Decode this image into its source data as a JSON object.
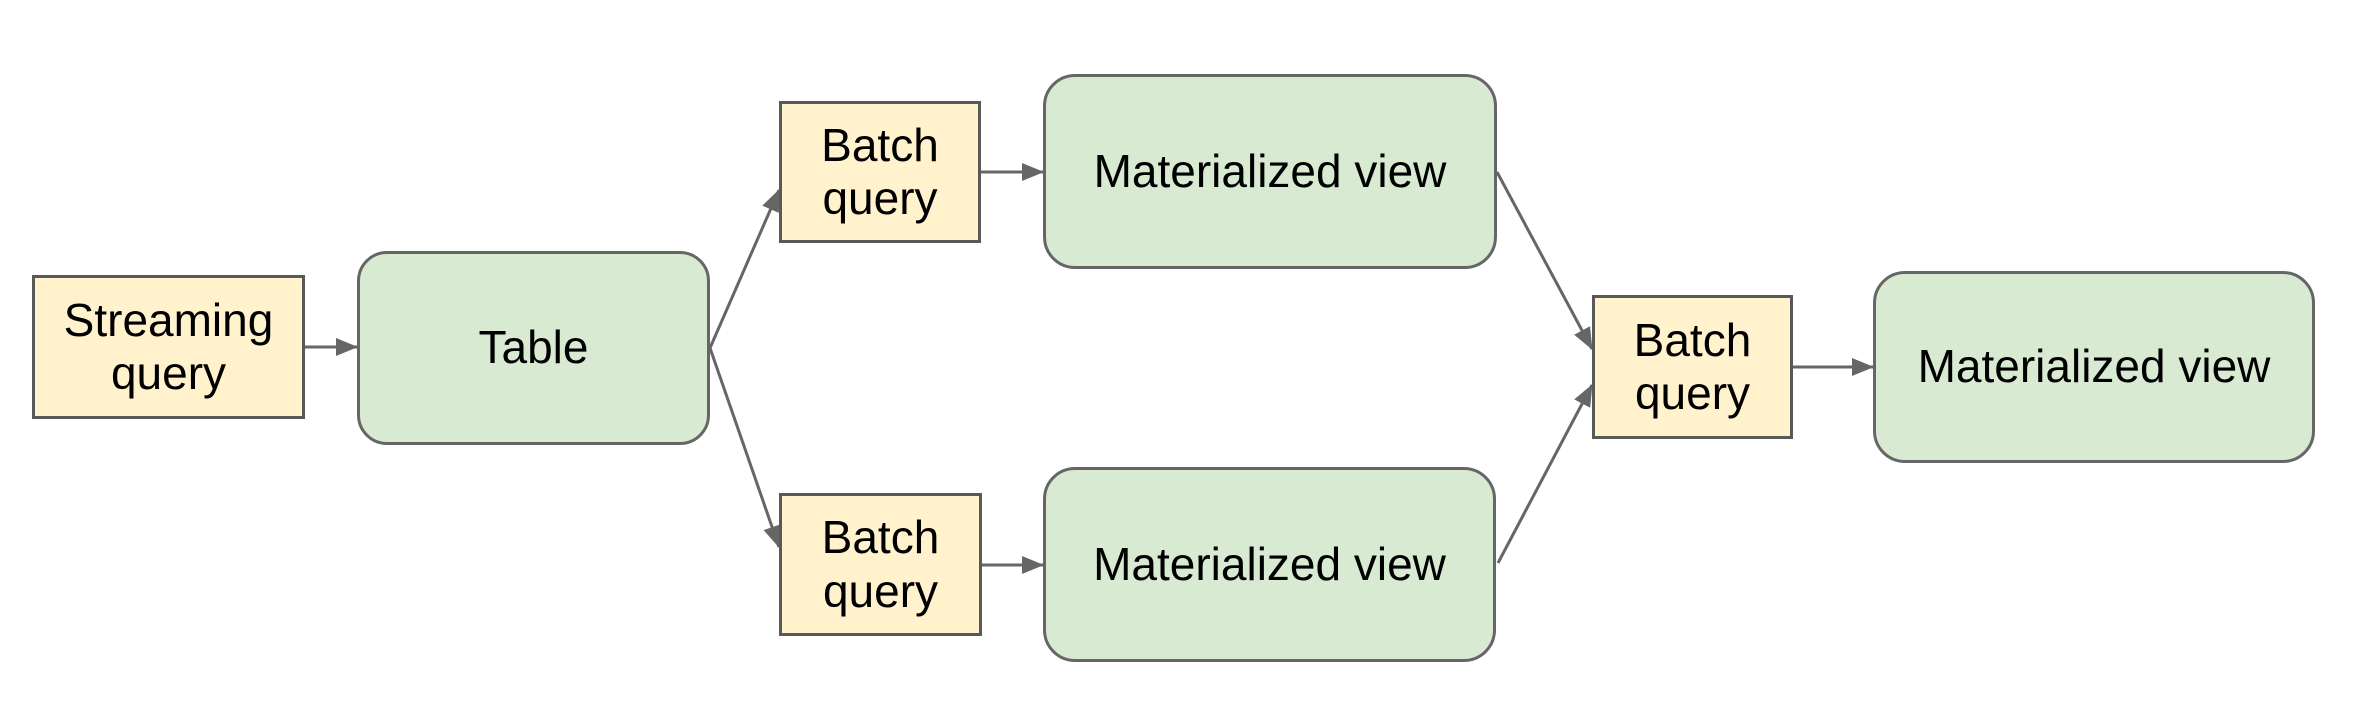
{
  "diagram": {
    "background": "#ffffff",
    "colors": {
      "query_fill": "#fff2cc",
      "query_border": "#595959",
      "view_fill": "#d9ead3",
      "view_border": "#666666",
      "connector": "#666666",
      "text": "#000000"
    },
    "nodes": {
      "streaming_query": {
        "label": "Streaming query",
        "shape": "rectangle"
      },
      "table": {
        "label": "Table",
        "shape": "rounded-rectangle"
      },
      "batch_query_top": {
        "label": "Batch query",
        "shape": "rectangle"
      },
      "materialized_view_top": {
        "label": "Materialized view",
        "shape": "rounded-rectangle"
      },
      "batch_query_bottom": {
        "label": "Batch query",
        "shape": "rectangle"
      },
      "materialized_view_bottom": {
        "label": "Materialized view",
        "shape": "rounded-rectangle"
      },
      "batch_query_right": {
        "label": "Batch query",
        "shape": "rectangle"
      },
      "materialized_view_right": {
        "label": "Materialized view",
        "shape": "rounded-rectangle"
      }
    },
    "edges": [
      {
        "from": "streaming_query",
        "to": "table"
      },
      {
        "from": "table",
        "to": "batch_query_top"
      },
      {
        "from": "table",
        "to": "batch_query_bottom"
      },
      {
        "from": "batch_query_top",
        "to": "materialized_view_top"
      },
      {
        "from": "batch_query_bottom",
        "to": "materialized_view_bottom"
      },
      {
        "from": "materialized_view_top",
        "to": "batch_query_right"
      },
      {
        "from": "materialized_view_bottom",
        "to": "batch_query_right"
      },
      {
        "from": "batch_query_right",
        "to": "materialized_view_right"
      }
    ]
  }
}
